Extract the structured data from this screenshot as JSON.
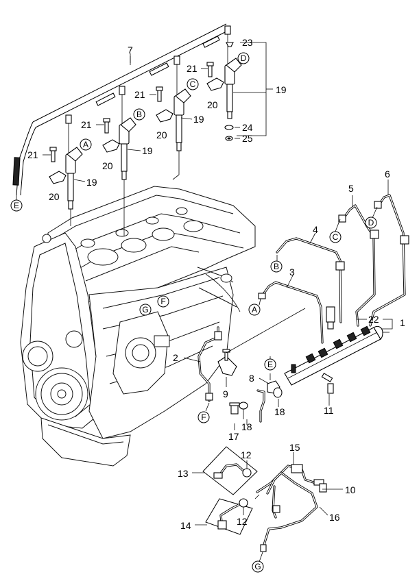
{
  "callouts": [
    {
      "id": "1",
      "label": "1"
    },
    {
      "id": "2",
      "label": "2"
    },
    {
      "id": "3",
      "label": "3"
    },
    {
      "id": "4",
      "label": "4"
    },
    {
      "id": "5",
      "label": "5"
    },
    {
      "id": "6",
      "label": "6"
    },
    {
      "id": "7",
      "label": "7"
    },
    {
      "id": "8",
      "label": "8"
    },
    {
      "id": "9",
      "label": "9"
    },
    {
      "id": "10",
      "label": "10"
    },
    {
      "id": "11",
      "label": "11"
    },
    {
      "id": "12a",
      "label": "12"
    },
    {
      "id": "12b",
      "label": "12"
    },
    {
      "id": "13",
      "label": "13"
    },
    {
      "id": "14",
      "label": "14"
    },
    {
      "id": "15",
      "label": "15"
    },
    {
      "id": "16",
      "label": "16"
    },
    {
      "id": "17",
      "label": "17"
    },
    {
      "id": "18a",
      "label": "18"
    },
    {
      "id": "18b",
      "label": "18"
    },
    {
      "id": "19a",
      "label": "19"
    },
    {
      "id": "19b",
      "label": "19"
    },
    {
      "id": "19c",
      "label": "19"
    },
    {
      "id": "19d",
      "label": "19"
    },
    {
      "id": "20a",
      "label": "20"
    },
    {
      "id": "20b",
      "label": "20"
    },
    {
      "id": "20c",
      "label": "20"
    },
    {
      "id": "20d",
      "label": "20"
    },
    {
      "id": "21a",
      "label": "21"
    },
    {
      "id": "21b",
      "label": "21"
    },
    {
      "id": "21c",
      "label": "21"
    },
    {
      "id": "21d",
      "label": "21"
    },
    {
      "id": "22",
      "label": "22"
    },
    {
      "id": "23",
      "label": "23"
    },
    {
      "id": "24",
      "label": "24"
    },
    {
      "id": "25",
      "label": "25"
    }
  ],
  "references": [
    {
      "id": "A-injector",
      "letter": "A"
    },
    {
      "id": "B-injector",
      "letter": "B"
    },
    {
      "id": "C-injector",
      "letter": "C"
    },
    {
      "id": "D-injector",
      "letter": "D"
    },
    {
      "id": "E-harness",
      "letter": "E"
    },
    {
      "id": "A-pipe",
      "letter": "A"
    },
    {
      "id": "B-pipe",
      "letter": "B"
    },
    {
      "id": "C-pipe",
      "letter": "C"
    },
    {
      "id": "D-pipe",
      "letter": "D"
    },
    {
      "id": "E-hose",
      "letter": "E"
    },
    {
      "id": "F-engine",
      "letter": "F"
    },
    {
      "id": "G-engine",
      "letter": "G"
    },
    {
      "id": "F-pipe",
      "letter": "F"
    },
    {
      "id": "G-hose",
      "letter": "G"
    }
  ]
}
